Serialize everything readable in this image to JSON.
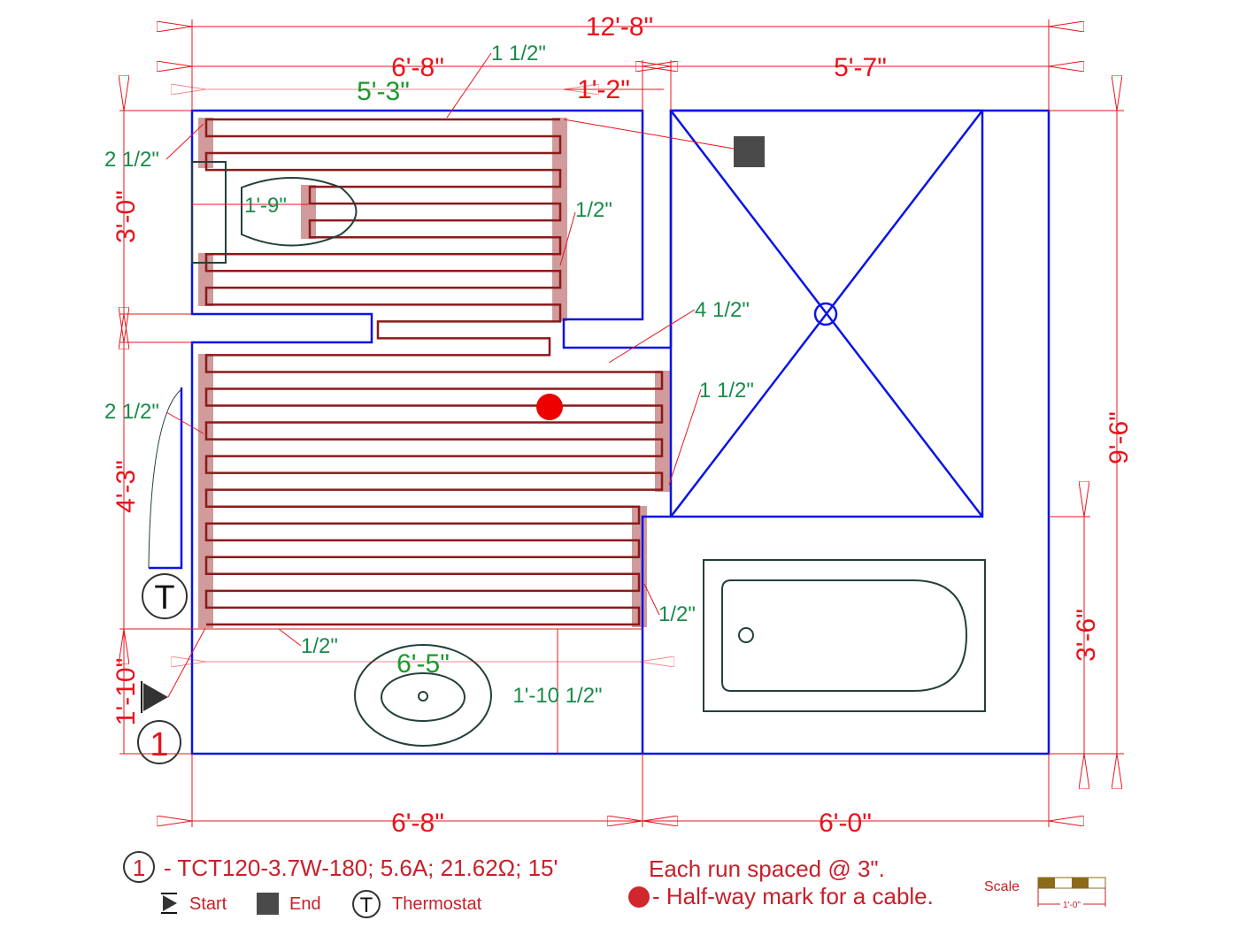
{
  "title": "Floor heating cable layout plan",
  "colors": {
    "wall": "#0a14e6",
    "cable": "#8b1a1a",
    "dimension": "#e8141c",
    "detail_dimension": "#1a8a4a",
    "halfway_mark": "#ee0000"
  },
  "dimensions": {
    "overall_width": "12'-8\"",
    "left_room_width": "6'-8\"",
    "shower_width": "5'-7\"",
    "heated_width_top": "5'-3\"",
    "closet_width": "1'-2\"",
    "top_height": "3'-0\"",
    "mid_height": "4'-3\"",
    "bottom_height": "1'-10\"",
    "overall_height": "9'-6\"",
    "tub_height": "3'-6\"",
    "bottom_left_width": "6'-8\"",
    "bottom_right_width": "6'-0\"",
    "heated_width_bottom": "6'-5\"",
    "vanity_depth": "1'-10 1/2\"",
    "toilet_clearance": "1'-9\""
  },
  "offsets": [
    "1 1/2\"",
    "2 1/2\"",
    "1/2\"",
    "4 1/2\"",
    "1 1/2\"",
    "2 1/2\"",
    "1/2\"",
    "1/2\""
  ],
  "markers": {
    "thermostat_symbol": "T",
    "cable_number": "1"
  },
  "legend": {
    "cable_number": "1",
    "cable_spec": "- TCT120-3.7W-180; 5.6A; 21.62Ω; 15'",
    "start_label": "Start",
    "end_label": "End",
    "thermostat_symbol": "T",
    "thermostat_label": "Thermostat",
    "spacing_note": "Each run spaced @ 3\".",
    "halfway_note": "- Half-way mark for a cable.",
    "scale_label": "Scale",
    "scale_value": "1'-0\""
  },
  "cable": {
    "runs": 31,
    "spacing_inches": 3
  }
}
